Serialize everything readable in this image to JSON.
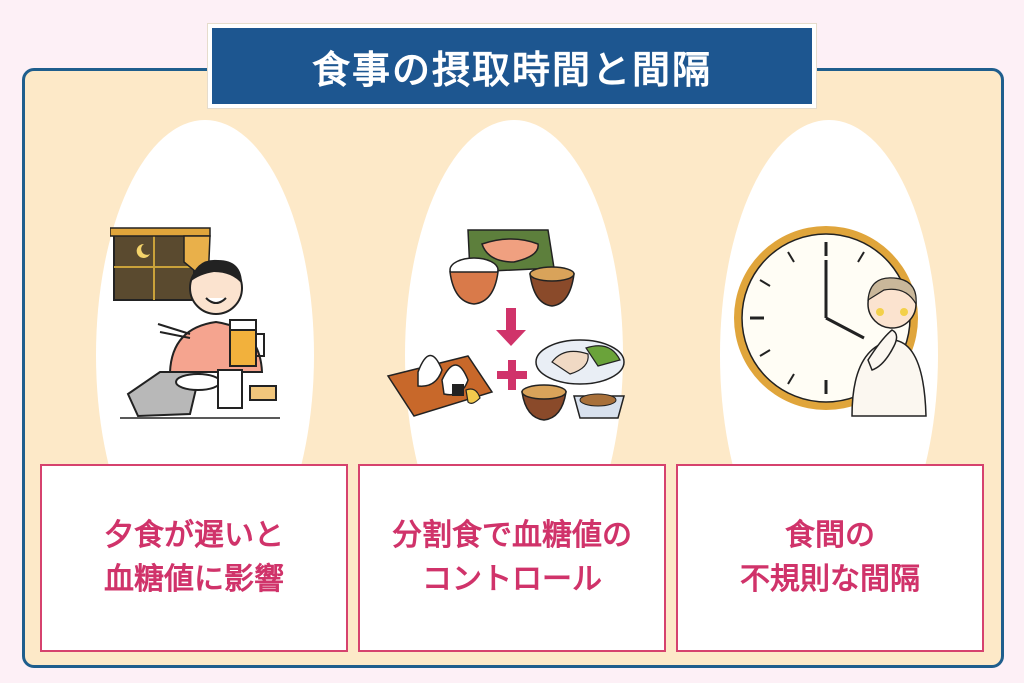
{
  "title": "食事の摂取時間と間隔",
  "panels": [
    {
      "line1": "夕食が遅いと",
      "line2": "血糖値に影響"
    },
    {
      "line1": "分割食で血糖値の",
      "line2": "コントロール"
    },
    {
      "line1": "食間の",
      "line2": "不規則な間隔"
    }
  ],
  "colors": {
    "title_bg": "#1d5690",
    "frame_bg": "#fde9c8",
    "frame_border": "#1f5e8d",
    "caption": "#d0336a",
    "panel_border": "#d6426e",
    "page_bg": "#fdf0f6"
  },
  "icons": [
    "late-dinner-illustration",
    "split-meal-illustration",
    "arrow-down-icon",
    "plus-icon",
    "clock-illustration"
  ]
}
